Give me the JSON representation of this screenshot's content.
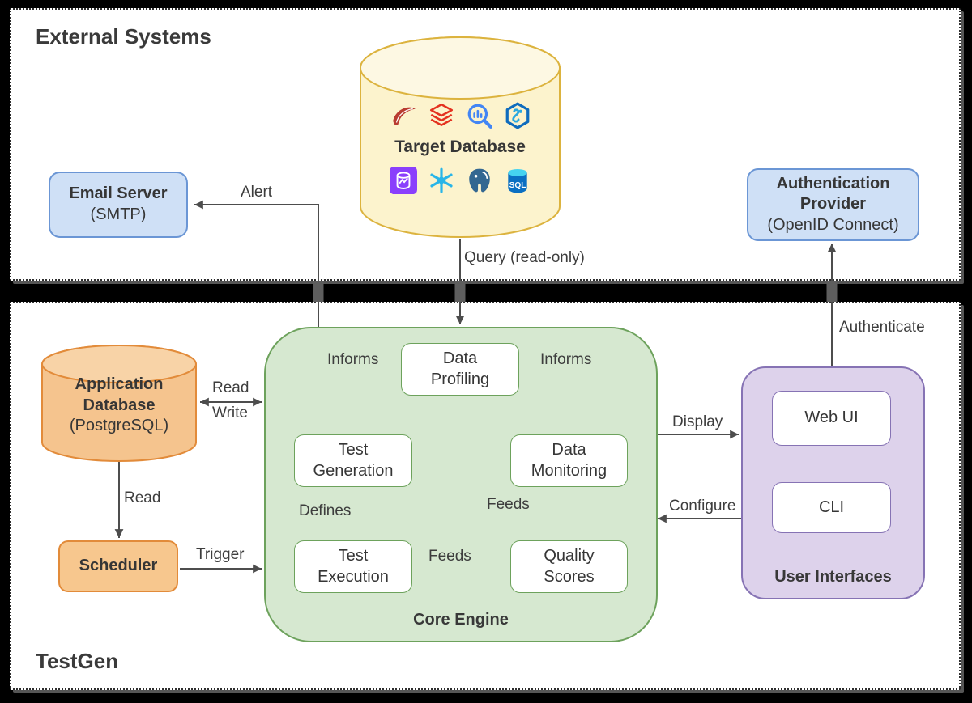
{
  "external_systems": {
    "title": "External Systems",
    "email_server": {
      "title": "Email Server",
      "subtitle": "(SMTP)"
    },
    "target_database": {
      "title": "Target Database",
      "icons_row1": [
        "mssql-server",
        "databricks",
        "bigquery",
        "azure-synapse"
      ],
      "icons_row2": [
        "amazon-redshift",
        "snowflake",
        "postgresql",
        "azure-sql"
      ],
      "azure_sql_text": "SQL"
    },
    "auth_provider": {
      "title": "Authentication Provider",
      "subtitle": "(OpenID Connect)"
    }
  },
  "testgen": {
    "title": "TestGen",
    "application_database": {
      "title": "Application Database",
      "subtitle": "(PostgreSQL)"
    },
    "scheduler": {
      "title": "Scheduler"
    },
    "core_engine": {
      "label": "Core Engine",
      "data_profiling": "Data Profiling",
      "test_generation": "Test Generation",
      "data_monitoring": "Data Monitoring",
      "test_execution": "Test Execution",
      "quality_scores": "Quality Scores"
    },
    "user_interfaces": {
      "label": "User Interfaces",
      "web_ui": "Web UI",
      "cli": "CLI"
    }
  },
  "edges": {
    "alert": "Alert",
    "query": "Query (read-only)",
    "authenticate": "Authenticate",
    "read": "Read",
    "write": "Write",
    "read_scheduler": "Read",
    "trigger": "Trigger",
    "display": "Display",
    "configure": "Configure",
    "informs_left": "Informs",
    "informs_right": "Informs",
    "defines": "Defines",
    "feeds_profiling": "Feeds",
    "feeds_execution": "Feeds"
  },
  "colors": {
    "background": "#000000",
    "panel": "#ffffff",
    "blue_fill": "#cfe0f6",
    "blue_stroke": "#6b96d5",
    "yellow_fill": "#fcf3cd",
    "yellow_stroke": "#dcb33e",
    "orange_fill": "#f5c48e",
    "orange_stroke": "#e28b3a",
    "green_fill": "#d6e8d0",
    "green_stroke": "#6da25c",
    "purple_fill": "#ddd2eb",
    "purple_stroke": "#8673b4",
    "arrow": "#4d4d4d"
  }
}
